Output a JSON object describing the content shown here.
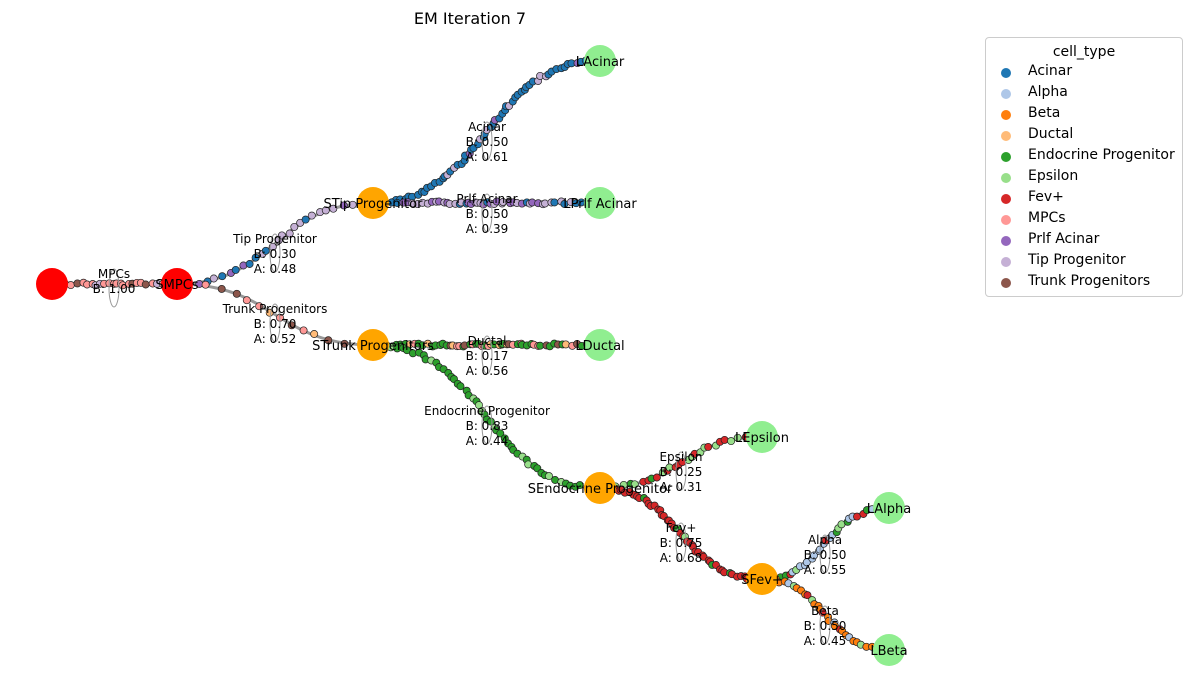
{
  "chart_data": {
    "type": "trajectory-tree",
    "title": "EM Iteration 7",
    "nodes": [
      {
        "id": "root",
        "label": "",
        "color": "#ff0000"
      },
      {
        "id": "mpcs_split",
        "label": "SMPCs",
        "color": "#ff0000"
      },
      {
        "id": "stip",
        "label": "STip Progenitor",
        "color": "#ffa500"
      },
      {
        "id": "strunk",
        "label": "STrunk Progenitors",
        "color": "#ffa500"
      },
      {
        "id": "sendo",
        "label": "SEndocrine Progenitor",
        "color": "#ffa500"
      },
      {
        "id": "sfev",
        "label": "SFev+",
        "color": "#ffa500"
      },
      {
        "id": "lacinar",
        "label": "LAcinar",
        "color": "#90ee90"
      },
      {
        "id": "lprlf",
        "label": "LPrlf Acinar",
        "color": "#90ee90"
      },
      {
        "id": "lductal",
        "label": "LDuctal",
        "color": "#90ee90"
      },
      {
        "id": "lepsilon",
        "label": "LEpsilon",
        "color": "#90ee90"
      },
      {
        "id": "lalpha",
        "label": "LAlpha",
        "color": "#90ee90"
      },
      {
        "id": "lbeta",
        "label": "LBeta",
        "color": "#90ee90"
      }
    ],
    "edges": [
      {
        "name": "MPCs",
        "b": "B: 1.00",
        "a": "",
        "from": "root",
        "to": "mpcs_split"
      },
      {
        "name": "Tip Progenitor",
        "b": "B: 0.30",
        "a": "A: 0.48",
        "from": "mpcs_split",
        "to": "stip"
      },
      {
        "name": "Trunk Progenitors",
        "b": "B: 0.70",
        "a": "A: 0.52",
        "from": "mpcs_split",
        "to": "strunk"
      },
      {
        "name": "Acinar",
        "b": "B: 0.50",
        "a": "A: 0.61",
        "from": "stip",
        "to": "lacinar"
      },
      {
        "name": "Prlf Acinar",
        "b": "B: 0.50",
        "a": "A: 0.39",
        "from": "stip",
        "to": "lprlf"
      },
      {
        "name": "Ductal",
        "b": "B: 0.17",
        "a": "A: 0.56",
        "from": "strunk",
        "to": "lductal"
      },
      {
        "name": "Endocrine Progenitor",
        "b": "B: 0.83",
        "a": "A: 0.44",
        "from": "strunk",
        "to": "sendo"
      },
      {
        "name": "Epsilon",
        "b": "B: 0.25",
        "a": "A: 0.31",
        "from": "sendo",
        "to": "lepsilon"
      },
      {
        "name": "Fev+",
        "b": "B: 0.75",
        "a": "A: 0.68",
        "from": "sendo",
        "to": "sfev"
      },
      {
        "name": "Alpha",
        "b": "B: 0.50",
        "a": "A: 0.55",
        "from": "sfev",
        "to": "lalpha"
      },
      {
        "name": "Beta",
        "b": "B: 0.50",
        "a": "A: 0.45",
        "from": "sfev",
        "to": "lbeta"
      }
    ],
    "legend": {
      "title": "cell_type",
      "placement": "outside-right",
      "entries": [
        {
          "label": "Acinar",
          "color": "#1f77b4"
        },
        {
          "label": "Alpha",
          "color": "#aec7e8"
        },
        {
          "label": "Beta",
          "color": "#ff7f0e"
        },
        {
          "label": "Ductal",
          "color": "#ffbb78"
        },
        {
          "label": "Endocrine Progenitor",
          "color": "#2ca02c"
        },
        {
          "label": "Epsilon",
          "color": "#98df8a"
        },
        {
          "label": "Fev+",
          "color": "#d62728"
        },
        {
          "label": "MPCs",
          "color": "#ff9896"
        },
        {
          "label": "Prlf Acinar",
          "color": "#9467bd"
        },
        {
          "label": "Tip Progenitor",
          "color": "#c5b0d5"
        },
        {
          "label": "Trunk Progenitors",
          "color": "#8c564b"
        }
      ]
    }
  }
}
